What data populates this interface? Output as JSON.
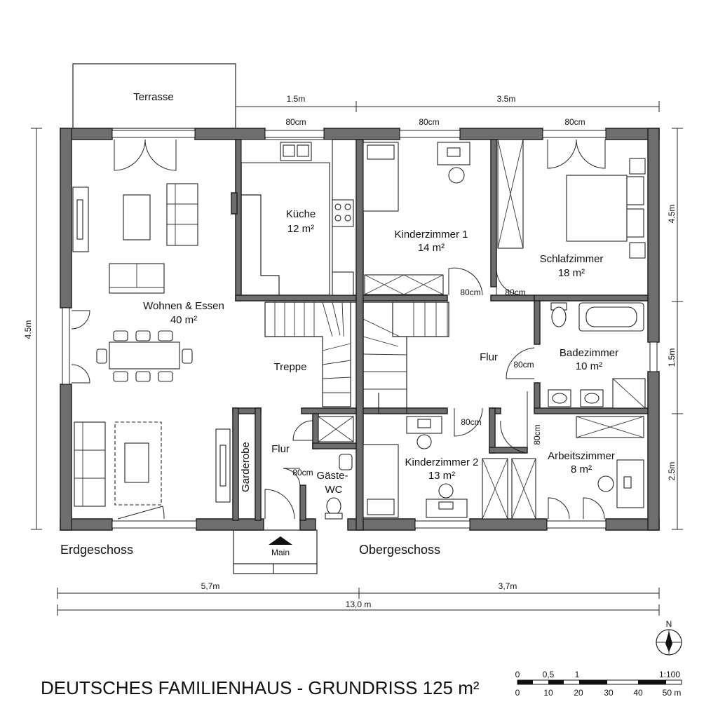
{
  "title": "DEUTSCHES FAMILIENHAUS - GRUNDRISS 125 m²",
  "floors": {
    "ground": "Erdgeschoss",
    "upper": "Obergeschoss"
  },
  "rooms": {
    "terrasse": "Terrasse",
    "wohnen": "Wohnen & Essen",
    "wohnen_area": "40 m²",
    "kueche": "Küche",
    "kueche_area": "12 m²",
    "treppe": "Treppe",
    "flur_eg": "Flur",
    "garderobe": "Garderobe",
    "gaeste_wc_1": "Gäste-",
    "gaeste_wc_2": "WC",
    "kinder1": "Kinderzimmer 1",
    "kinder1_area": "14 m²",
    "schlaf": "Schlafzimmer",
    "schlaf_area": "18 m²",
    "flur_og": "Flur",
    "bad": "Badezimmer",
    "bad_area": "10 m²",
    "kinder2": "Kinderzimmer 2",
    "kinder2_area": "13 m²",
    "arbeit": "Arbeitszimmer",
    "arbeit_area": "8 m²",
    "main": "Main"
  },
  "door_widths": {
    "w1": "80cm",
    "w2": "80cm",
    "w3": "80cm",
    "d_k1": "80cm",
    "d_schlaf": "80cm",
    "d_bad": "80cm",
    "d_k2": "80cm",
    "d_arbeit": "80cm",
    "d_wc": "80cm"
  },
  "dimensions": {
    "top_left": "1.5m",
    "top_right": "3.5m",
    "left": "4.5m",
    "right_top": "4.5m",
    "right_mid": "1.5m",
    "right_bottom": "2.5m",
    "bottom_left": "5,7m",
    "bottom_right": "3,7m",
    "total": "13,0 m"
  },
  "compass": {
    "label": "N"
  },
  "scale": {
    "top_labels": [
      "0",
      "0,5",
      "1"
    ],
    "ratio": "1:100",
    "bottom_labels": [
      "0",
      "10",
      "20",
      "30",
      "40",
      "50 m"
    ]
  }
}
